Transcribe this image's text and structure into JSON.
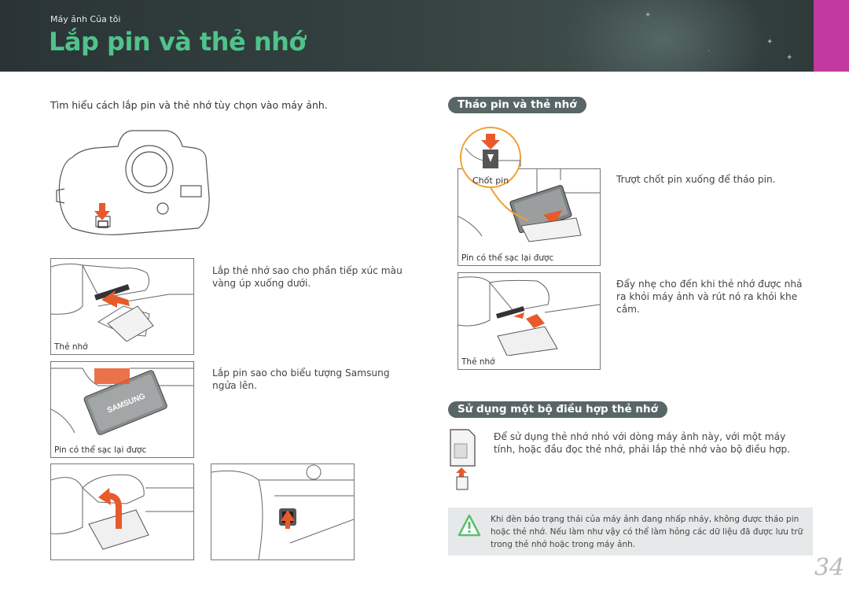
{
  "header": {
    "breadcrumb": "Máy ảnh Của tôi",
    "title": "Lắp pin và thẻ nhớ",
    "accent_color": "#c23a9f",
    "title_color": "#4fc38a"
  },
  "intro": "Tìm hiểu cách lắp pin và thẻ nhớ tùy chọn vào máy ảnh.",
  "insert_steps": [
    {
      "caption": "Thẻ nhớ",
      "text": "Lắp thẻ nhớ sao cho phần tiếp xúc màu vàng úp xuống dưới."
    },
    {
      "caption": "Pin có thể sạc lại được",
      "text": "Lắp pin sao cho biểu tượng Samsung ngửa lên.",
      "battery_brand": "SAMSUNG"
    }
  ],
  "remove_section": {
    "heading": "Tháo pin và thẻ nhớ",
    "latch_label": "Chốt pin",
    "battery_caption": "Pin có thể sạc lại được",
    "battery_text": "Trượt chốt pin xuống để tháo pin.",
    "card_caption": "Thẻ nhớ",
    "card_text": "Đẩy nhẹ cho đến khi thẻ nhớ được nhả ra khỏi máy ảnh và rút nó ra khỏi khe cắm."
  },
  "adapter_section": {
    "heading": "Sử dụng một bộ điều hợp thẻ nhớ",
    "text": "Để sử dụng thẻ nhớ nhỏ với dòng máy ảnh này, với một máy tính, hoặc đầu đọc thẻ nhớ, phải lắp thẻ nhớ vào bộ điều hợp."
  },
  "warning": {
    "icon": "warning-triangle-icon",
    "icon_color": "#5bbf6a",
    "text": "Khi đèn báo trạng thái của máy ảnh đang nhấp nháy, không được tháo pin hoặc thẻ nhớ. Nếu làm như vậy có thể làm hỏng các dữ liệu đã được lưu trữ trong thẻ nhớ hoặc trong máy ảnh."
  },
  "page_number": "34"
}
